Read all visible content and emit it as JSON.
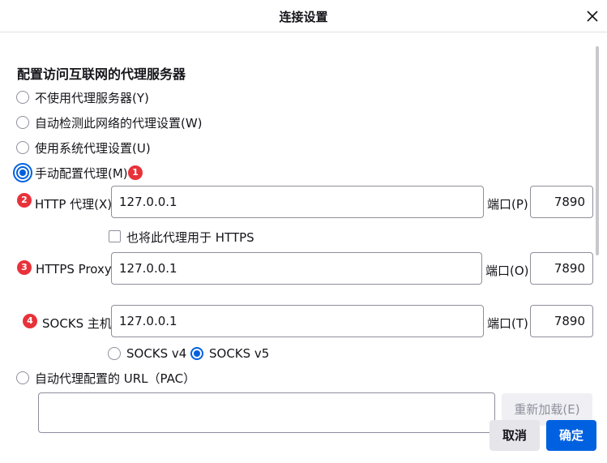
{
  "dialog": {
    "title": "连接设置"
  },
  "section": {
    "heading": "配置访问互联网的代理服务器"
  },
  "options": {
    "no_proxy": "不使用代理服务器(Y)",
    "auto_detect": "自动检测此网络的代理设置(W)",
    "system_proxy": "使用系统代理设置(U)",
    "manual": "手动配置代理(M)"
  },
  "badges": [
    "1",
    "2",
    "3",
    "4"
  ],
  "http": {
    "label": "HTTP 代理(X)",
    "value": "127.0.0.1",
    "port_label": "端口(P)",
    "port": "7890",
    "also_https": "也将此代理用于 HTTPS"
  },
  "https": {
    "label": "HTTPS Proxy",
    "value": "127.0.0.1",
    "port_label": "端口(O)",
    "port": "7890"
  },
  "socks": {
    "label": "SOCKS 主机",
    "value": "127.0.0.1",
    "port_label": "端口(T)",
    "port": "7890",
    "v4": "SOCKS v4",
    "v5": "SOCKS v5"
  },
  "pac": {
    "label": "自动代理配置的 URL（PAC）",
    "value": "",
    "reload": "重新加载(E)"
  },
  "footer": {
    "cancel": "取消",
    "ok": "确定"
  },
  "colors": {
    "accent": "#0061e0",
    "badge": "#e8323a"
  }
}
